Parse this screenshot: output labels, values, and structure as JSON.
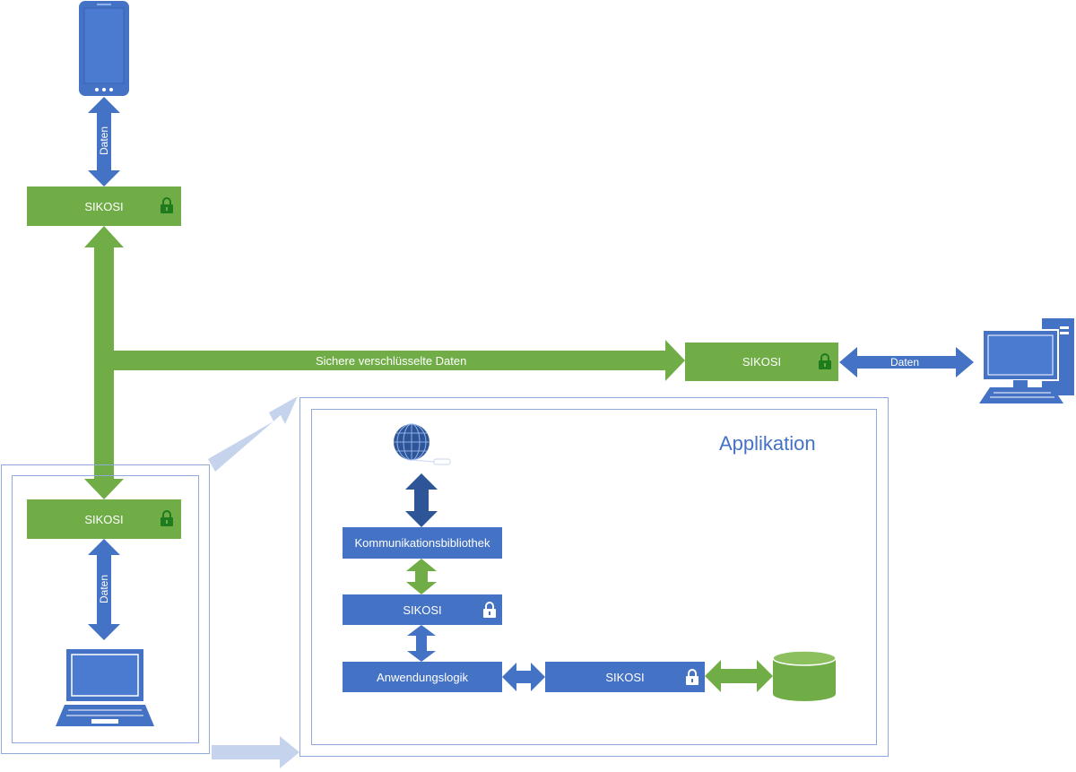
{
  "labels": {
    "sikosi": "SIKOSI",
    "daten": "Daten",
    "secure_data": "Sichere verschlüsselte Daten",
    "applikation": "Applikation",
    "kommunikation": "Kommunikationsbibliothek",
    "anwendungslogik": "Anwendungslogik"
  },
  "colors": {
    "green": "#70ad47",
    "blue": "#4472c4",
    "dark_blue": "#2e5597",
    "frame": "#8fa9db",
    "light_arrow": "#b4c7e7"
  },
  "icons": [
    "smartphone-icon",
    "lock-icon",
    "desktop-computer-icon",
    "laptop-icon",
    "globe-icon",
    "database-icon"
  ]
}
